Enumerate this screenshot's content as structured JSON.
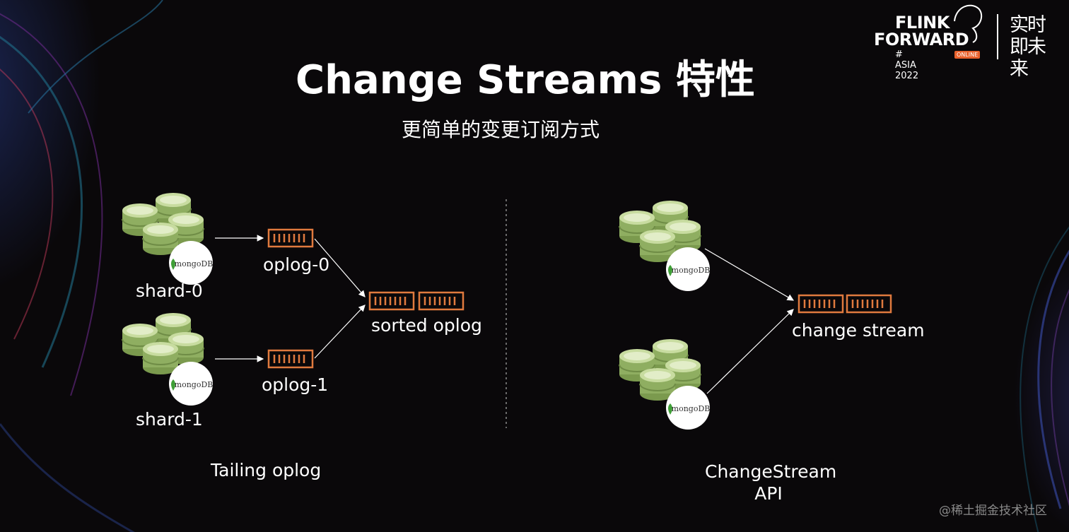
{
  "slide": {
    "title": "Change Streams 特性",
    "subtitle": "更简单的变更订阅方式"
  },
  "brand": {
    "line1": "FLINK",
    "line2": "FORWARD",
    "line3": "# ASIA 2022",
    "badge": "ONLINE",
    "tagline": "实时即未来",
    "accent": "#e8612c"
  },
  "left_panel": {
    "shards": [
      {
        "label": "shard-0",
        "db_logo": "mongoDB"
      },
      {
        "label": "shard-1",
        "db_logo": "mongoDB"
      }
    ],
    "queues": [
      "oplog-0",
      "oplog-1"
    ],
    "merged": "sorted oplog",
    "caption": "Tailing oplog"
  },
  "right_panel": {
    "db_logos": [
      "mongoDB",
      "mongoDB"
    ],
    "merged": "change stream",
    "caption_line1": "ChangeStream",
    "caption_line2": "API"
  },
  "colors": {
    "db_green": "#8fae61",
    "db_top": "#c8dca0",
    "queue_orange": "#e07a3e"
  },
  "watermark": "@稀土掘金技术社区"
}
